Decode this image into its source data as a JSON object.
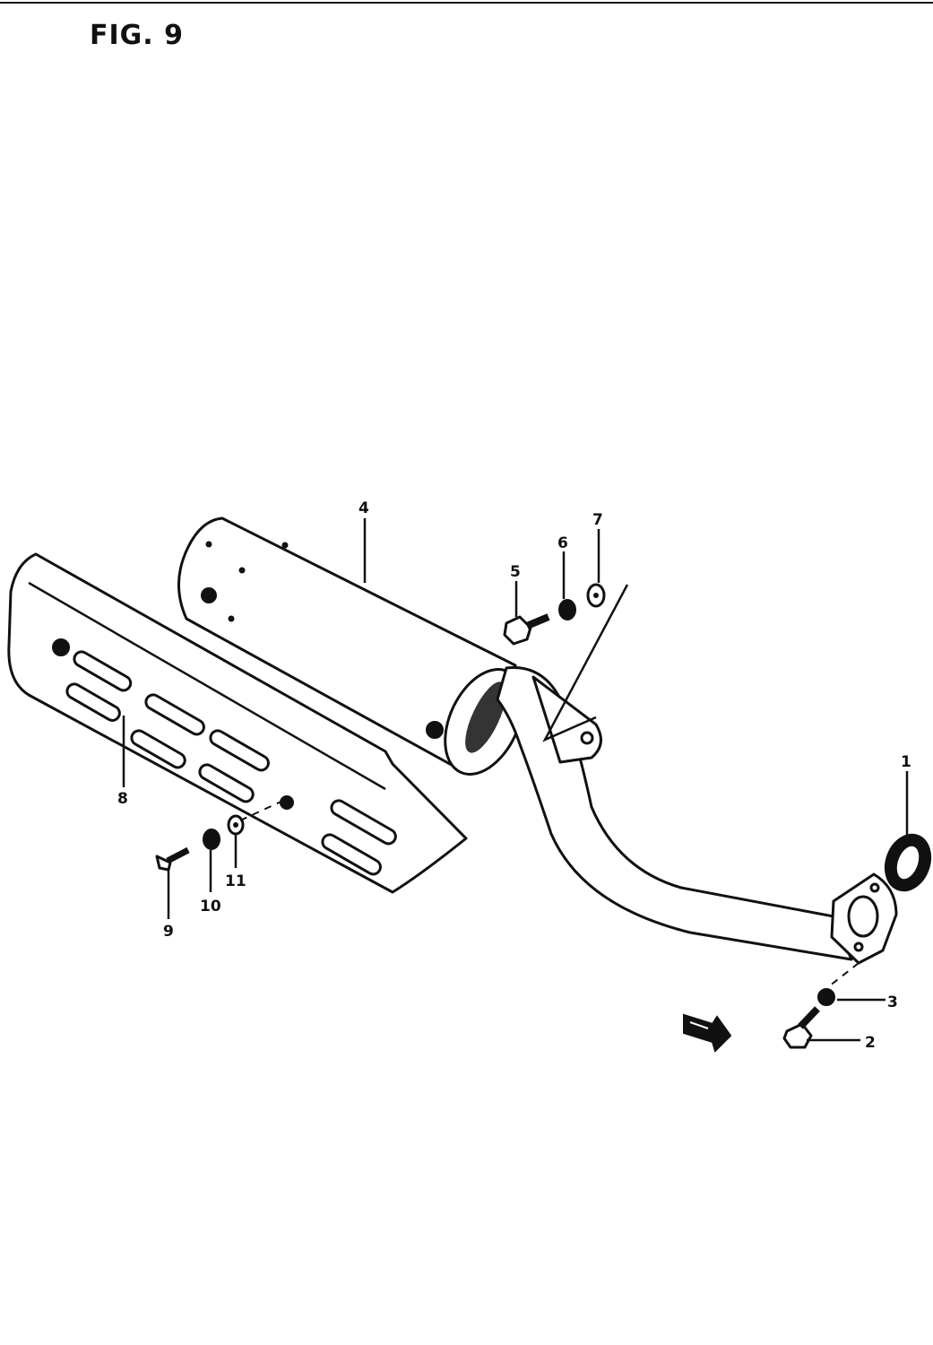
{
  "figure": {
    "title": "FIG. 9"
  },
  "callouts": [
    {
      "id": "1",
      "label": "1"
    },
    {
      "id": "2",
      "label": "2"
    },
    {
      "id": "3",
      "label": "3"
    },
    {
      "id": "4",
      "label": "4"
    },
    {
      "id": "5",
      "label": "5"
    },
    {
      "id": "6",
      "label": "6"
    },
    {
      "id": "7",
      "label": "7"
    },
    {
      "id": "8",
      "label": "8"
    },
    {
      "id": "9",
      "label": "9"
    },
    {
      "id": "10",
      "label": "10"
    },
    {
      "id": "11",
      "label": "11"
    }
  ],
  "colors": {
    "ink": "#111111",
    "paper": "#ffffff"
  },
  "icons": {
    "front_arrow": "front-direction-arrow-icon"
  }
}
